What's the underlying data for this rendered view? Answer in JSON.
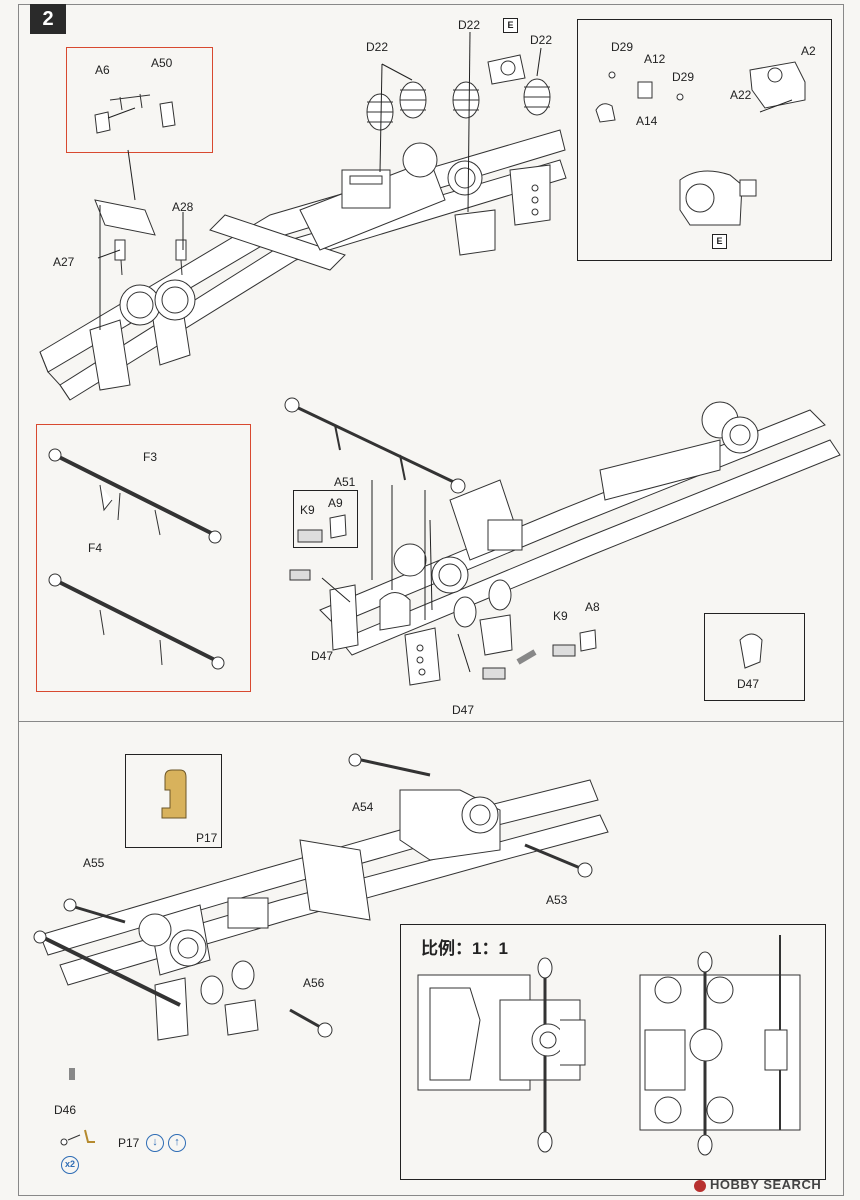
{
  "step": "2",
  "callout_labels": {
    "d22_a": "D22",
    "d22_b": "D22",
    "d22_c": "D22",
    "e_top": "E",
    "a6": "A6",
    "a50": "A50",
    "a28": "A28",
    "a27": "A27",
    "d29_a": "D29",
    "a12": "A12",
    "d29_b": "D29",
    "a14": "A14",
    "a2": "A2",
    "a22": "A22",
    "e_inset": "E",
    "f3": "F3",
    "f4": "F4",
    "a51": "A51",
    "a9": "A9",
    "k9_a": "K9",
    "d47_a": "D47",
    "d47_b": "D47",
    "k9_b": "K9",
    "a8": "A8",
    "d47_inset": "D47",
    "p17_inset": "P17",
    "a54": "A54",
    "a55": "A55",
    "a53": "A53",
    "a56": "A56",
    "d46": "D46",
    "p17": "P17",
    "x2": "x2"
  },
  "scale_label": "比例：1：1",
  "watermark": "HOBBY SEARCH",
  "colors": {
    "red_callout": "#d8492f",
    "pe_gold": "#d8b25c",
    "blue_icon": "#2f6db5"
  }
}
